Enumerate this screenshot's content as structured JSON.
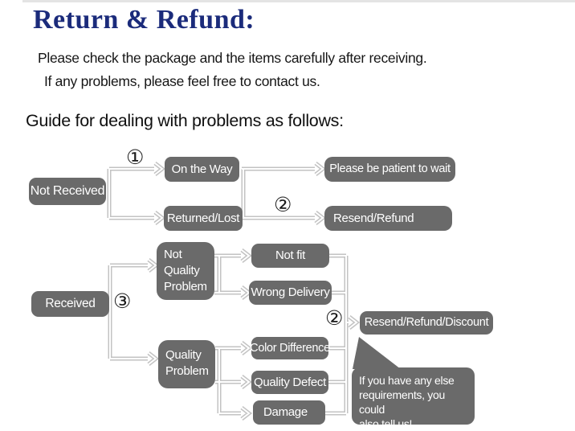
{
  "page": {
    "title": "Return & Refund:",
    "intro_line1": "Please check the package and the items carefully after receiving.",
    "intro_line2": "If any problems, please feel free to contact us.",
    "guide_heading": "Guide for dealing with problems as follows:"
  },
  "markers": {
    "one": "①",
    "two": "②",
    "three": "③"
  },
  "flow": {
    "not_received": "Not Received",
    "on_the_way": "On the Way",
    "returned_lost": "Returned/Lost",
    "be_patient": "Please be patient to wait",
    "resend_refund": "Resend/Refund",
    "received": "Received",
    "not_quality_problem": "Not Quality Problem",
    "not_fit": "Not fit",
    "wrong_delivery": "Wrong Delivery",
    "quality_problem": "Quality Problem",
    "color_difference": "Color Difference",
    "quality_defect": "Quality Defect",
    "damage": "Damage",
    "resend_refund_discount": "Resend/Refund/Discount",
    "note_lines": [
      "If you have any else",
      "requirements, you could",
      "also tell us!"
    ]
  },
  "colors": {
    "title_blue": "#1b2b7b",
    "node_gray": "#6a6a6a",
    "node_text": "#ffffff",
    "connector_gray": "#c3c3c3"
  }
}
